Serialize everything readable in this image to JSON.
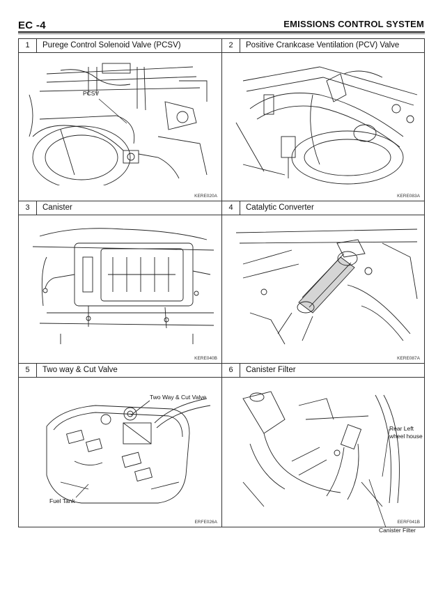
{
  "header": {
    "page_code": "EC -4",
    "section_title": "EMISSIONS CONTROL SYSTEM"
  },
  "cells": [
    {
      "num": "1",
      "title": "Purege Control Solenoid Valve (PCSV)",
      "code": "KERE020A",
      "callouts": [
        "PCSV"
      ]
    },
    {
      "num": "2",
      "title": "Positive Crankcase Ventilation (PCV) Valve",
      "code": "KERE083A",
      "callouts": []
    },
    {
      "num": "3",
      "title": "Canister",
      "code": "KERE040B",
      "callouts": []
    },
    {
      "num": "4",
      "title": "Catalytic Converter",
      "code": "KERE087A",
      "callouts": []
    },
    {
      "num": "5",
      "title": "Two way  &  Cut Valve",
      "code": "ERFE026A",
      "callouts": [
        "Two Way & Cut Valve",
        "Fuel Tank"
      ]
    },
    {
      "num": "6",
      "title": "Canister Filter",
      "code": "EERF041B",
      "callouts": [
        "Rear Left",
        "wheel house",
        "Canister Filter"
      ]
    }
  ]
}
